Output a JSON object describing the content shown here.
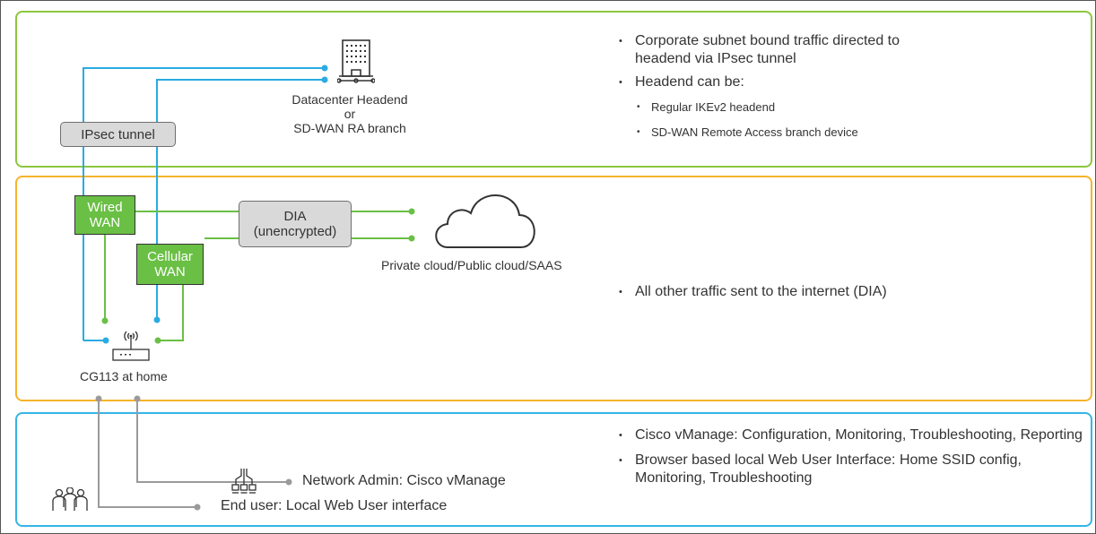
{
  "datacenter": {
    "line1": "Datacenter Headend",
    "line2": "or",
    "line3": "SD-WAN RA branch",
    "icon": "building-icon"
  },
  "ipsec_tunnel": "IPsec tunnel",
  "top_bullets": {
    "b1": "Corporate subnet bound traffic directed to headend via IPsec tunnel",
    "b2": "Headend can be:",
    "s1": "Regular IKEv2 headend",
    "s2": "SD-WAN Remote Access branch device"
  },
  "wired_wan": "Wired WAN",
  "cellular_wan": "Cellular WAN",
  "dia": {
    "line1": "DIA",
    "line2": "(unencrypted)"
  },
  "cloud": {
    "label": "Private cloud/Public cloud/SAAS",
    "icon": "cloud-icon"
  },
  "mid_bullets": {
    "b1": "All other traffic sent to the internet (DIA)"
  },
  "router": {
    "label": "CG113 at home",
    "icon": "router-icon"
  },
  "network_admin": {
    "label": "Network Admin: Cisco vManage",
    "icon": "network-admin-icon"
  },
  "end_user": {
    "label": "End user: Local Web User interface",
    "icon": "users-icon"
  },
  "bottom_bullets": {
    "b1": "Cisco vManage: Configuration, Monitoring, Troubleshooting, Reporting",
    "b2": "Browser based local Web User Interface: Home SSID config, Monitoring, Troubleshooting"
  },
  "colors": {
    "blue": "#2aabe2",
    "green": "#6abf45",
    "gray": "#9a9a9a",
    "top_border": "#8cc63f",
    "mid_border": "#f7b32b",
    "bot_border": "#36b5e5"
  }
}
